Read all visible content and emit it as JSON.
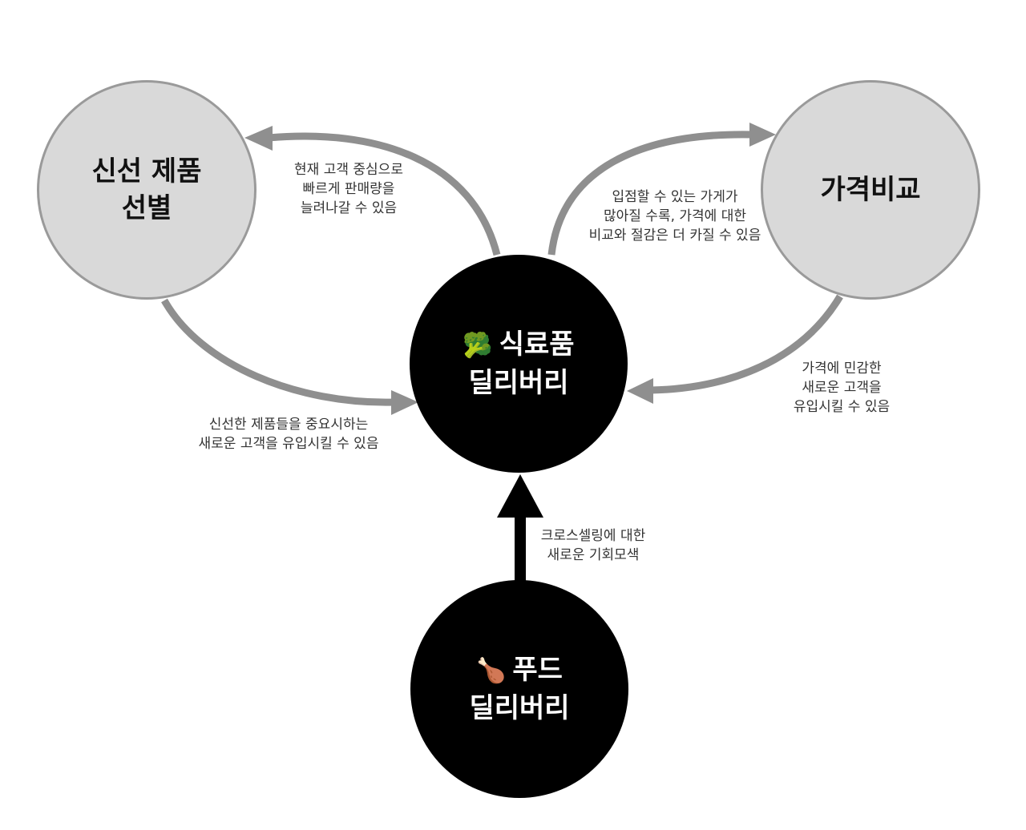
{
  "colors": {
    "accent_gray": "#8f8f8f",
    "node_gray_fill": "#d9d9d9",
    "node_dark_fill": "#000000"
  },
  "nodes": {
    "fresh": {
      "lines": [
        "신선 제품",
        "선별"
      ]
    },
    "price": {
      "lines": [
        "가격비교"
      ]
    },
    "grocery": {
      "icon": "broccoli-icon",
      "icon_glyph": "🥦",
      "lines": [
        "식료품",
        "딜리버리"
      ]
    },
    "food": {
      "icon": "poultry-leg-icon",
      "icon_glyph": "🍗",
      "lines": [
        "푸드",
        "딜리버리"
      ]
    }
  },
  "captions": {
    "to_fresh": [
      "현재 고객 중심으로",
      "빠르게 판매량을",
      "늘려나갈 수 있음"
    ],
    "to_price": [
      "입점할 수 있는 가게가",
      "많아질 수록, 가격에 대한",
      "비교와 절감은 더 카질 수 있음"
    ],
    "fresh_to_grocery": [
      "신선한 제품들을 중요시하는",
      "새로운 고객을 유입시킬 수 있음"
    ],
    "price_to_grocery": [
      "가격에 민감한",
      "새로운 고객을",
      "유입시킬 수 있음"
    ],
    "food_to_grocery": [
      "크로스셀링에 대한",
      "새로운 기회모색"
    ]
  }
}
